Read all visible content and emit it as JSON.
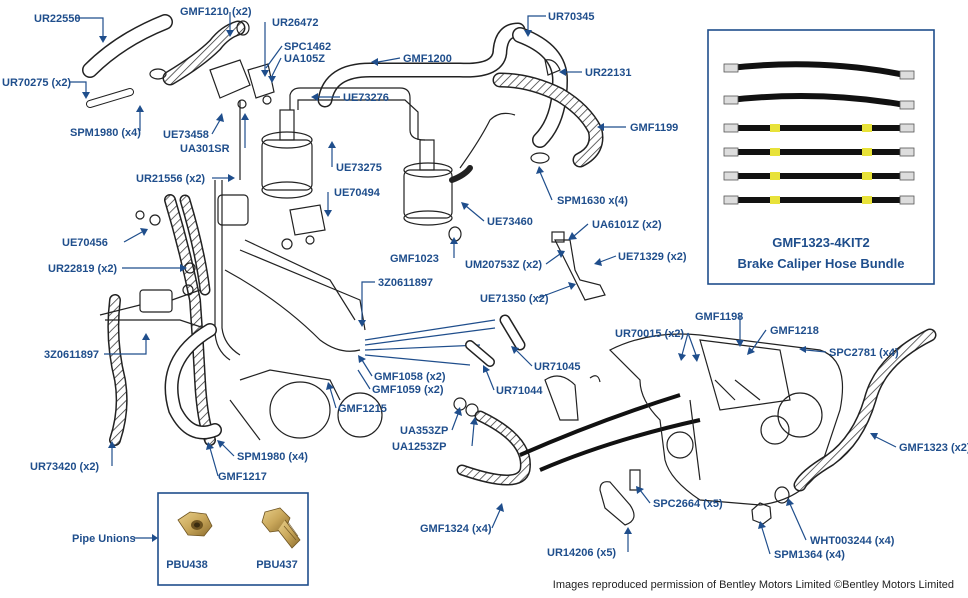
{
  "labels": {
    "ur22550": "UR22550",
    "gmf1210": "GMF1210 (x2)",
    "ur26472": "UR26472",
    "spc1462": "SPC1462",
    "ua105z": "UA105Z",
    "gmf1200": "GMF1200",
    "ur70345": "UR70345",
    "ur22131": "UR22131",
    "ur70275": "UR70275 (x2)",
    "ue73276": "UE73276",
    "gmf1199": "GMF1199",
    "spm1980a": "SPM1980 (x4)",
    "ue73458": "UE73458",
    "ua301sr": "UA301SR",
    "ue73275": "UE73275",
    "spm1630": "SPM1630 x(4)",
    "ur21556": "UR21556 (x2)",
    "ue70494": "UE70494",
    "ue73460": "UE73460",
    "ua6101z": "UA6101Z (x2)",
    "ue70456": "UE70456",
    "gmf1023": "GMF1023",
    "um20753z": "UM20753Z (x2)",
    "ue71329": "UE71329 (x2)",
    "ur22819": "UR22819 (x2)",
    "z0611897a": "3Z0611897",
    "ue71350": "UE71350 (x2)",
    "z0611897b": "3Z0611897",
    "ur70015": "UR70015 (x2)",
    "gmf1198": "GMF1198",
    "gmf1218": "GMF1218",
    "spc2781": "SPC2781 (x4)",
    "ur71045": "UR71045",
    "gmf1058": "GMF1058 (x2)",
    "gmf1059": "GMF1059 (x2)",
    "ur71044": "UR71044",
    "gmf1215": "GMF1215",
    "ua353zp": "UA353ZP",
    "ua1253zp": "UA1253ZP",
    "gmf1323": "GMF1323 (x2)",
    "spm1980b": "SPM1980 (x4)",
    "ur73420": "UR73420 (x2)",
    "gmf1217": "GMF1217",
    "spc2664": "SPC2664 (x5)",
    "wht003244": "WHT003244 (x4)",
    "gmf1324": "GMF1324 (x4)",
    "spm1364": "SPM1364 (x4)",
    "ur14206": "UR14206 (x5)"
  },
  "kit_box": {
    "title": "GMF1323-4KIT2",
    "subtitle": "Brake Caliper Hose Bundle"
  },
  "unions_box": {
    "label": "Pipe Unions",
    "left": "PBU438",
    "right": "PBU437"
  },
  "credit": "Images reproduced permission of Bentley Motors Limited ©Bentley Motors Limited",
  "colors": {
    "label": "#1f4e8c",
    "line_art": "#222222",
    "sleeve": "#e8e23a",
    "brass": "#c9a75a"
  }
}
